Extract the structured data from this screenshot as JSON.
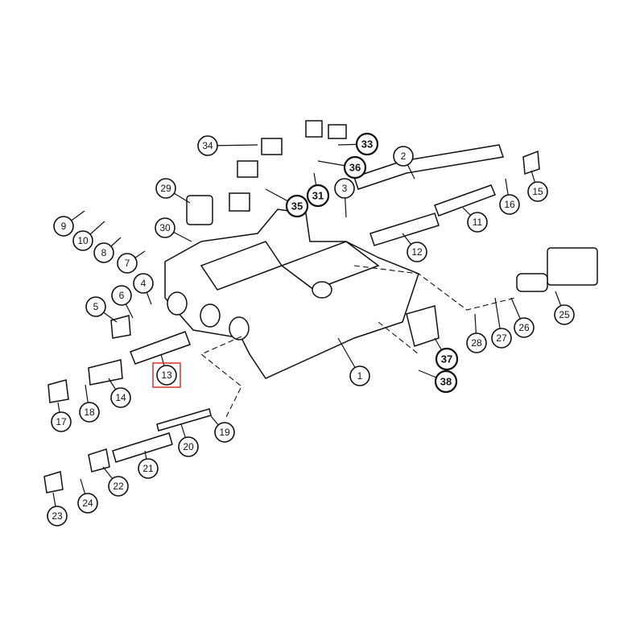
{
  "diagram": {
    "title": "Valve body exploded view",
    "highlighted_callout": "13",
    "highlight_color": "#d9342b",
    "callouts": [
      {
        "label": "1",
        "bold": false
      },
      {
        "label": "2",
        "bold": false
      },
      {
        "label": "3",
        "bold": false
      },
      {
        "label": "4",
        "bold": false
      },
      {
        "label": "5",
        "bold": false
      },
      {
        "label": "6",
        "bold": false
      },
      {
        "label": "7",
        "bold": false
      },
      {
        "label": "8",
        "bold": false
      },
      {
        "label": "9",
        "bold": false
      },
      {
        "label": "10",
        "bold": false
      },
      {
        "label": "11",
        "bold": false
      },
      {
        "label": "12",
        "bold": false
      },
      {
        "label": "13",
        "bold": false
      },
      {
        "label": "14",
        "bold": false
      },
      {
        "label": "15",
        "bold": false
      },
      {
        "label": "16",
        "bold": false
      },
      {
        "label": "17",
        "bold": false
      },
      {
        "label": "18",
        "bold": false
      },
      {
        "label": "19",
        "bold": false
      },
      {
        "label": "20",
        "bold": false
      },
      {
        "label": "21",
        "bold": false
      },
      {
        "label": "22",
        "bold": false
      },
      {
        "label": "23",
        "bold": false
      },
      {
        "label": "24",
        "bold": false
      },
      {
        "label": "25",
        "bold": false
      },
      {
        "label": "26",
        "bold": false
      },
      {
        "label": "27",
        "bold": false
      },
      {
        "label": "28",
        "bold": false
      },
      {
        "label": "29",
        "bold": false
      },
      {
        "label": "30",
        "bold": false
      },
      {
        "label": "31",
        "bold": true
      },
      {
        "label": "33",
        "bold": true
      },
      {
        "label": "34",
        "bold": false
      },
      {
        "label": "35",
        "bold": true
      },
      {
        "label": "36",
        "bold": true
      },
      {
        "label": "37",
        "bold": true
      },
      {
        "label": "38",
        "bold": true
      }
    ]
  }
}
